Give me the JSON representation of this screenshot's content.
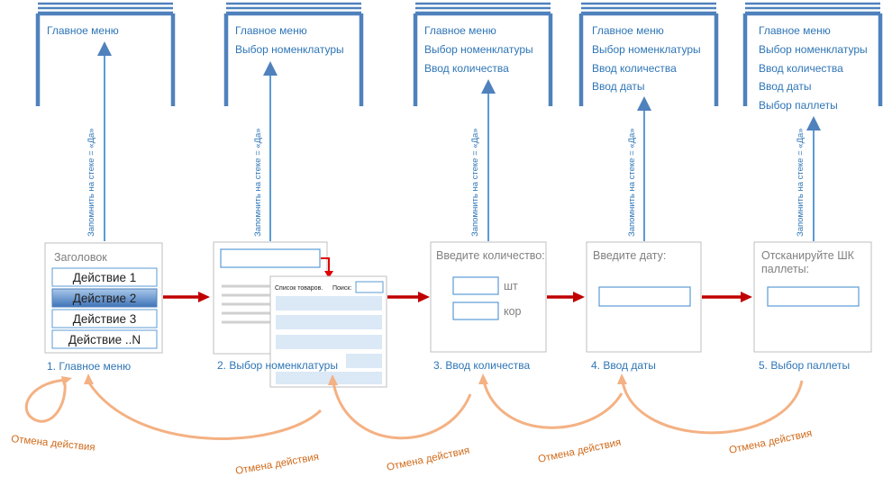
{
  "stacks": [
    {
      "items": [
        "Главное меню"
      ]
    },
    {
      "items": [
        "Главное меню",
        "Выбор номенклатуры"
      ]
    },
    {
      "items": [
        "Главное меню",
        "Выбор номенклатуры",
        "Ввод количества"
      ]
    },
    {
      "items": [
        "Главное меню",
        "Выбор номенклатуры",
        "Ввод количества",
        "Ввод даты"
      ]
    },
    {
      "items": [
        "Главное меню",
        "Выбор номенклатуры",
        "Ввод количества",
        "Ввод даты",
        "Выбор паллеты"
      ]
    }
  ],
  "push_label": "Запомнить на стеке = «Да»",
  "screen1": {
    "title": "Заголовок",
    "buttons": [
      "Действие 1",
      "Действие 2",
      "Действие 3",
      "Действие ..N"
    ],
    "selected_index": 1,
    "caption": "1. Главное меню"
  },
  "screen2": {
    "popup_title": "Список товаров.",
    "popup_search": "Поиск:",
    "caption": "2. Выбор номенклатуры"
  },
  "screen3": {
    "prompt": "Введите количество:",
    "unit1": "шт",
    "unit2": "кор",
    "caption": "3. Ввод количества"
  },
  "screen4": {
    "prompt": "Введите дату:",
    "caption": "4. Ввод даты"
  },
  "screen5": {
    "prompt_line1": "Отсканируйте ШК",
    "prompt_line2": "паллеты:",
    "caption": "5. Выбор паллеты"
  },
  "cancel_label": "Отмена действия",
  "colors": {
    "stack": "#4f81bd",
    "forward_arrow": "#c00000",
    "cancel_arrow": "#f4b183",
    "cancel_text": "#d06a1a",
    "screen_border": "#bfbfbf",
    "field_border": "#5b9bd5",
    "list_row": "#dbe8f6"
  }
}
